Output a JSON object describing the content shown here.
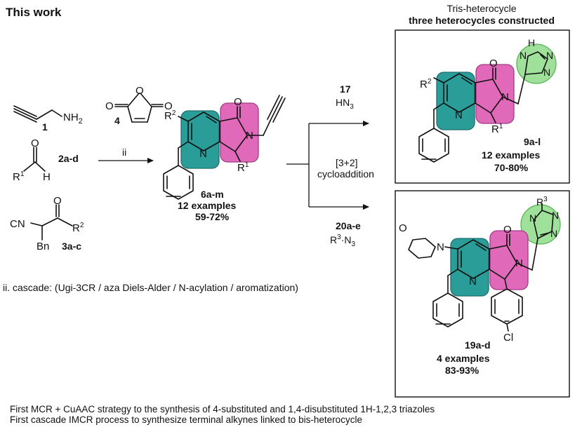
{
  "heading": "This work",
  "product_header": {
    "line1": "Tris-heterocycle",
    "line2": "three heterocycles constructed"
  },
  "reagents": {
    "propargylamine": {
      "id": "1",
      "group": "NH",
      "sub": "2"
    },
    "maleic_anhydride": {
      "id": "4",
      "atom": "O"
    },
    "aldehyde": {
      "id": "2a-d",
      "atom_O": "O",
      "atom_R": "R",
      "sup": "1",
      "atom_H": "H"
    },
    "isocyanide": {
      "id": "3a-c",
      "atom_CN": "CN",
      "atom_O": "O",
      "atom_R": "R",
      "sup": "2",
      "atom_Bn": "Bn"
    }
  },
  "step": {
    "arrow_label": "ii",
    "note": "ii. cascade: (Ugi-3CR / aza Diels-Alder / N-acylation / aromatization)"
  },
  "intermediate": {
    "id": "6a-m",
    "examples": "12 examples",
    "yield": "59-72%",
    "atom_R": "R",
    "sup2": "2",
    "sup1": "1",
    "atom_N": "N",
    "atom_O": "O"
  },
  "cycloaddition": {
    "line1": "[3+2]",
    "line2": "cycloaddition"
  },
  "upper_branch": {
    "reagent_id": "17",
    "reagent_HN": "HN",
    "reagent_sub": "3"
  },
  "lower_branch": {
    "reagent_id": "20a-e",
    "reagent_R": "R",
    "reagent_sup": "3",
    "reagent_N3": "N",
    "reagent_sub": "3"
  },
  "product_top": {
    "id": "9a-l",
    "examples": "12 examples",
    "yield": "70-80%",
    "atom_H": "H",
    "atom_N": "N",
    "atom_O": "O",
    "atom_R": "R",
    "sup2": "2",
    "sup1": "1"
  },
  "product_bottom": {
    "id": "19a-d",
    "examples": "4 examples",
    "yield": "83-93%",
    "atom_O": "O",
    "atom_N": "N",
    "atom_R": "R",
    "sup3": "3",
    "atom_Cl": "Cl"
  },
  "footnotes": {
    "line1": "First MCR + CuAAC strategy to the synthesis of 4-substituted and 1,4-disubstituted  1H-1,2,3 triazoles",
    "line2": "First  cascade IMCR process to synthesize terminal alkynes linked to bis-heterocycle"
  },
  "colors": {
    "pyridine_fill": "#2a9d98",
    "pyridine_stroke": "#1f6f6c",
    "lactam_fill": "#e06ab9",
    "lactam_stroke": "#a03d86",
    "triazole_fill": "#9fe09a",
    "triazole_stroke": "#58b454"
  }
}
